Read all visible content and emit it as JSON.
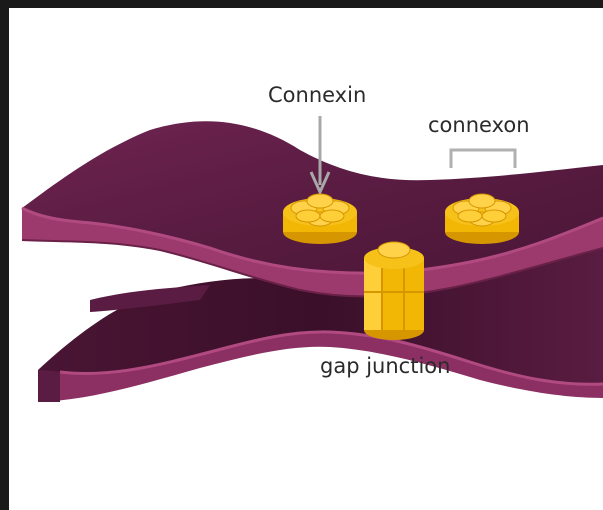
{
  "labels": {
    "connexin": "Connexin",
    "connexon": "connexon",
    "gap_junction": "gap junction"
  },
  "colors": {
    "frame": "#1a1a1a",
    "membrane_top": "#7a2a56",
    "membrane_top_dark": "#4a1534",
    "membrane_edge": "#9c3a6e",
    "membrane_rim": "#b14a80",
    "channel": "#f2b705",
    "channel_dark": "#d69600",
    "channel_light": "#ffd24a",
    "arrow": "#a8a8a8",
    "text": "#2b2b2b"
  }
}
